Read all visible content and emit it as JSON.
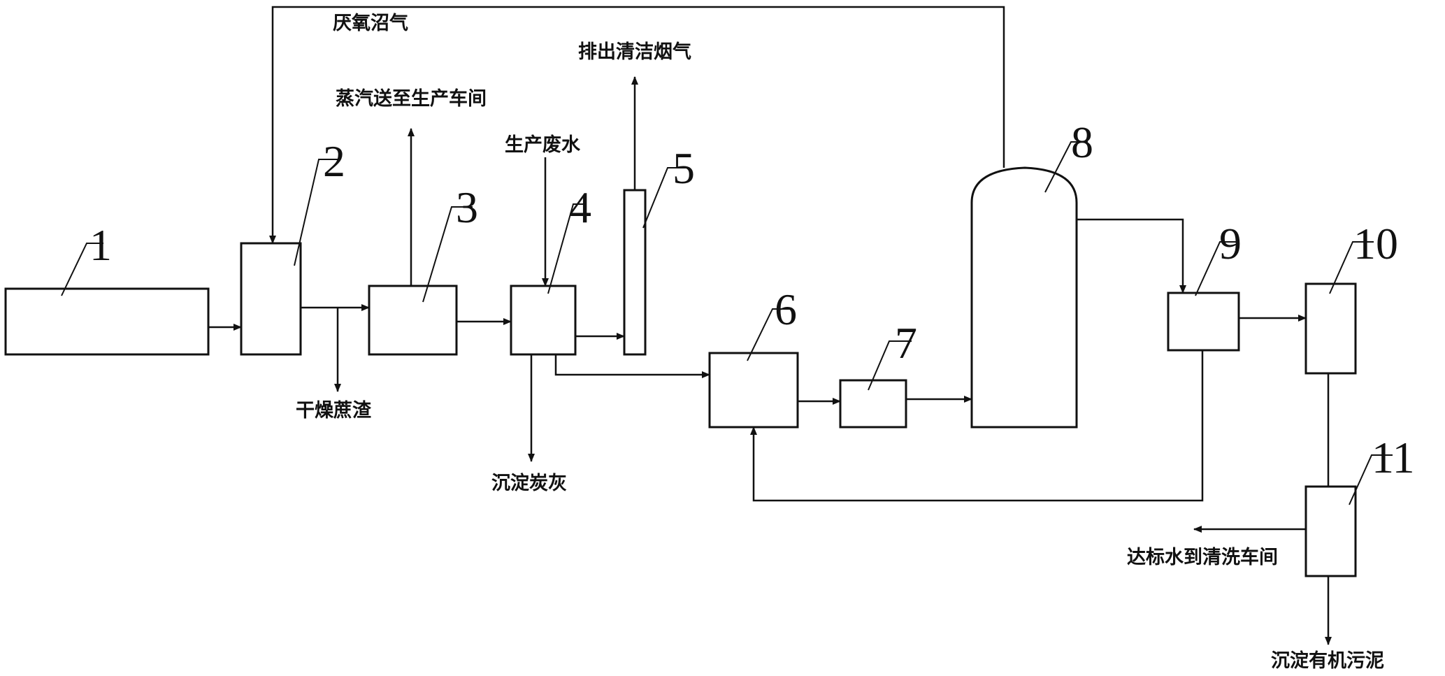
{
  "units": [
    {
      "id": "unit-1",
      "number": "1"
    },
    {
      "id": "unit-2",
      "number": "2"
    },
    {
      "id": "unit-3",
      "number": "3"
    },
    {
      "id": "unit-4",
      "number": "4"
    },
    {
      "id": "unit-5",
      "number": "5"
    },
    {
      "id": "unit-6",
      "number": "6"
    },
    {
      "id": "unit-7",
      "number": "7"
    },
    {
      "id": "unit-8",
      "number": "8"
    },
    {
      "id": "unit-9",
      "number": "9"
    },
    {
      "id": "unit-10",
      "number": "10"
    },
    {
      "id": "unit-11",
      "number": "11"
    }
  ],
  "flow_labels": {
    "biogas": "厌氧沼气",
    "steam": "蒸汽送至生产车间",
    "wastewater": "生产废水",
    "clean_flue_gas": "排出清洁烟气",
    "dried_residue": "干燥蔗渣",
    "settled_ash": "沉淀炭灰",
    "compliant_water": "达标水到清洗车间",
    "organic_sludge": "沉淀有机污泥"
  }
}
